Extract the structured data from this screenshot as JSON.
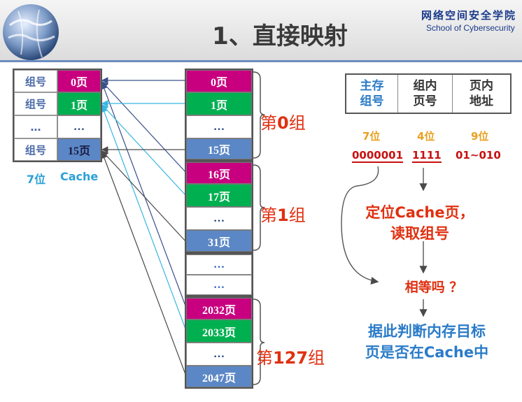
{
  "header": {
    "title": "1、直接映射",
    "school_cn": "网络空间安全学院",
    "school_en": "School of Cybersecurity"
  },
  "cache": {
    "rows": [
      {
        "name": "组号",
        "page": "0页"
      },
      {
        "name": "组号",
        "page": "1页"
      },
      {
        "name": "…",
        "page": "…"
      },
      {
        "name": "组号",
        "page": "15页"
      }
    ],
    "label_bits": "7位",
    "label_name": "Cache"
  },
  "memory": {
    "cells": [
      "0页",
      "1页",
      "…",
      "15页",
      "16页",
      "17页",
      "…",
      "31页",
      "…",
      "…",
      "2032页",
      "2033页",
      "…",
      "2047页"
    ],
    "groups": [
      {
        "label_prefix": "第",
        "label_num": "0",
        "label_suffix": "组"
      },
      {
        "label_prefix": "第",
        "label_num": "1",
        "label_suffix": "组"
      },
      {
        "label_prefix": "第",
        "label_num": "127",
        "label_suffix": "组"
      }
    ]
  },
  "address": {
    "fields": [
      {
        "line1": "主存",
        "line2": "组号",
        "bits": "7位",
        "value": "0000001"
      },
      {
        "line1": "组内",
        "line2": "页号",
        "bits": "4位",
        "value": "1111"
      },
      {
        "line1": "页内",
        "line2": "地址",
        "bits": "9位",
        "value": "01~010"
      }
    ]
  },
  "steps": {
    "locate_line1": "定位Cache页，",
    "locate_line2": "读取组号",
    "compare": "相等吗 ？",
    "judge_line1": "据此判断内存目标",
    "judge_line2": "页是否在Cache中"
  },
  "colors": {
    "magenta": "#c8007f",
    "green": "#00b050",
    "blue": "#5b87c6",
    "accent_red": "#e03010",
    "accent_orange": "#e8a020",
    "text_blue": "#2a7bc8",
    "label_cyan": "#2aa0d8"
  }
}
